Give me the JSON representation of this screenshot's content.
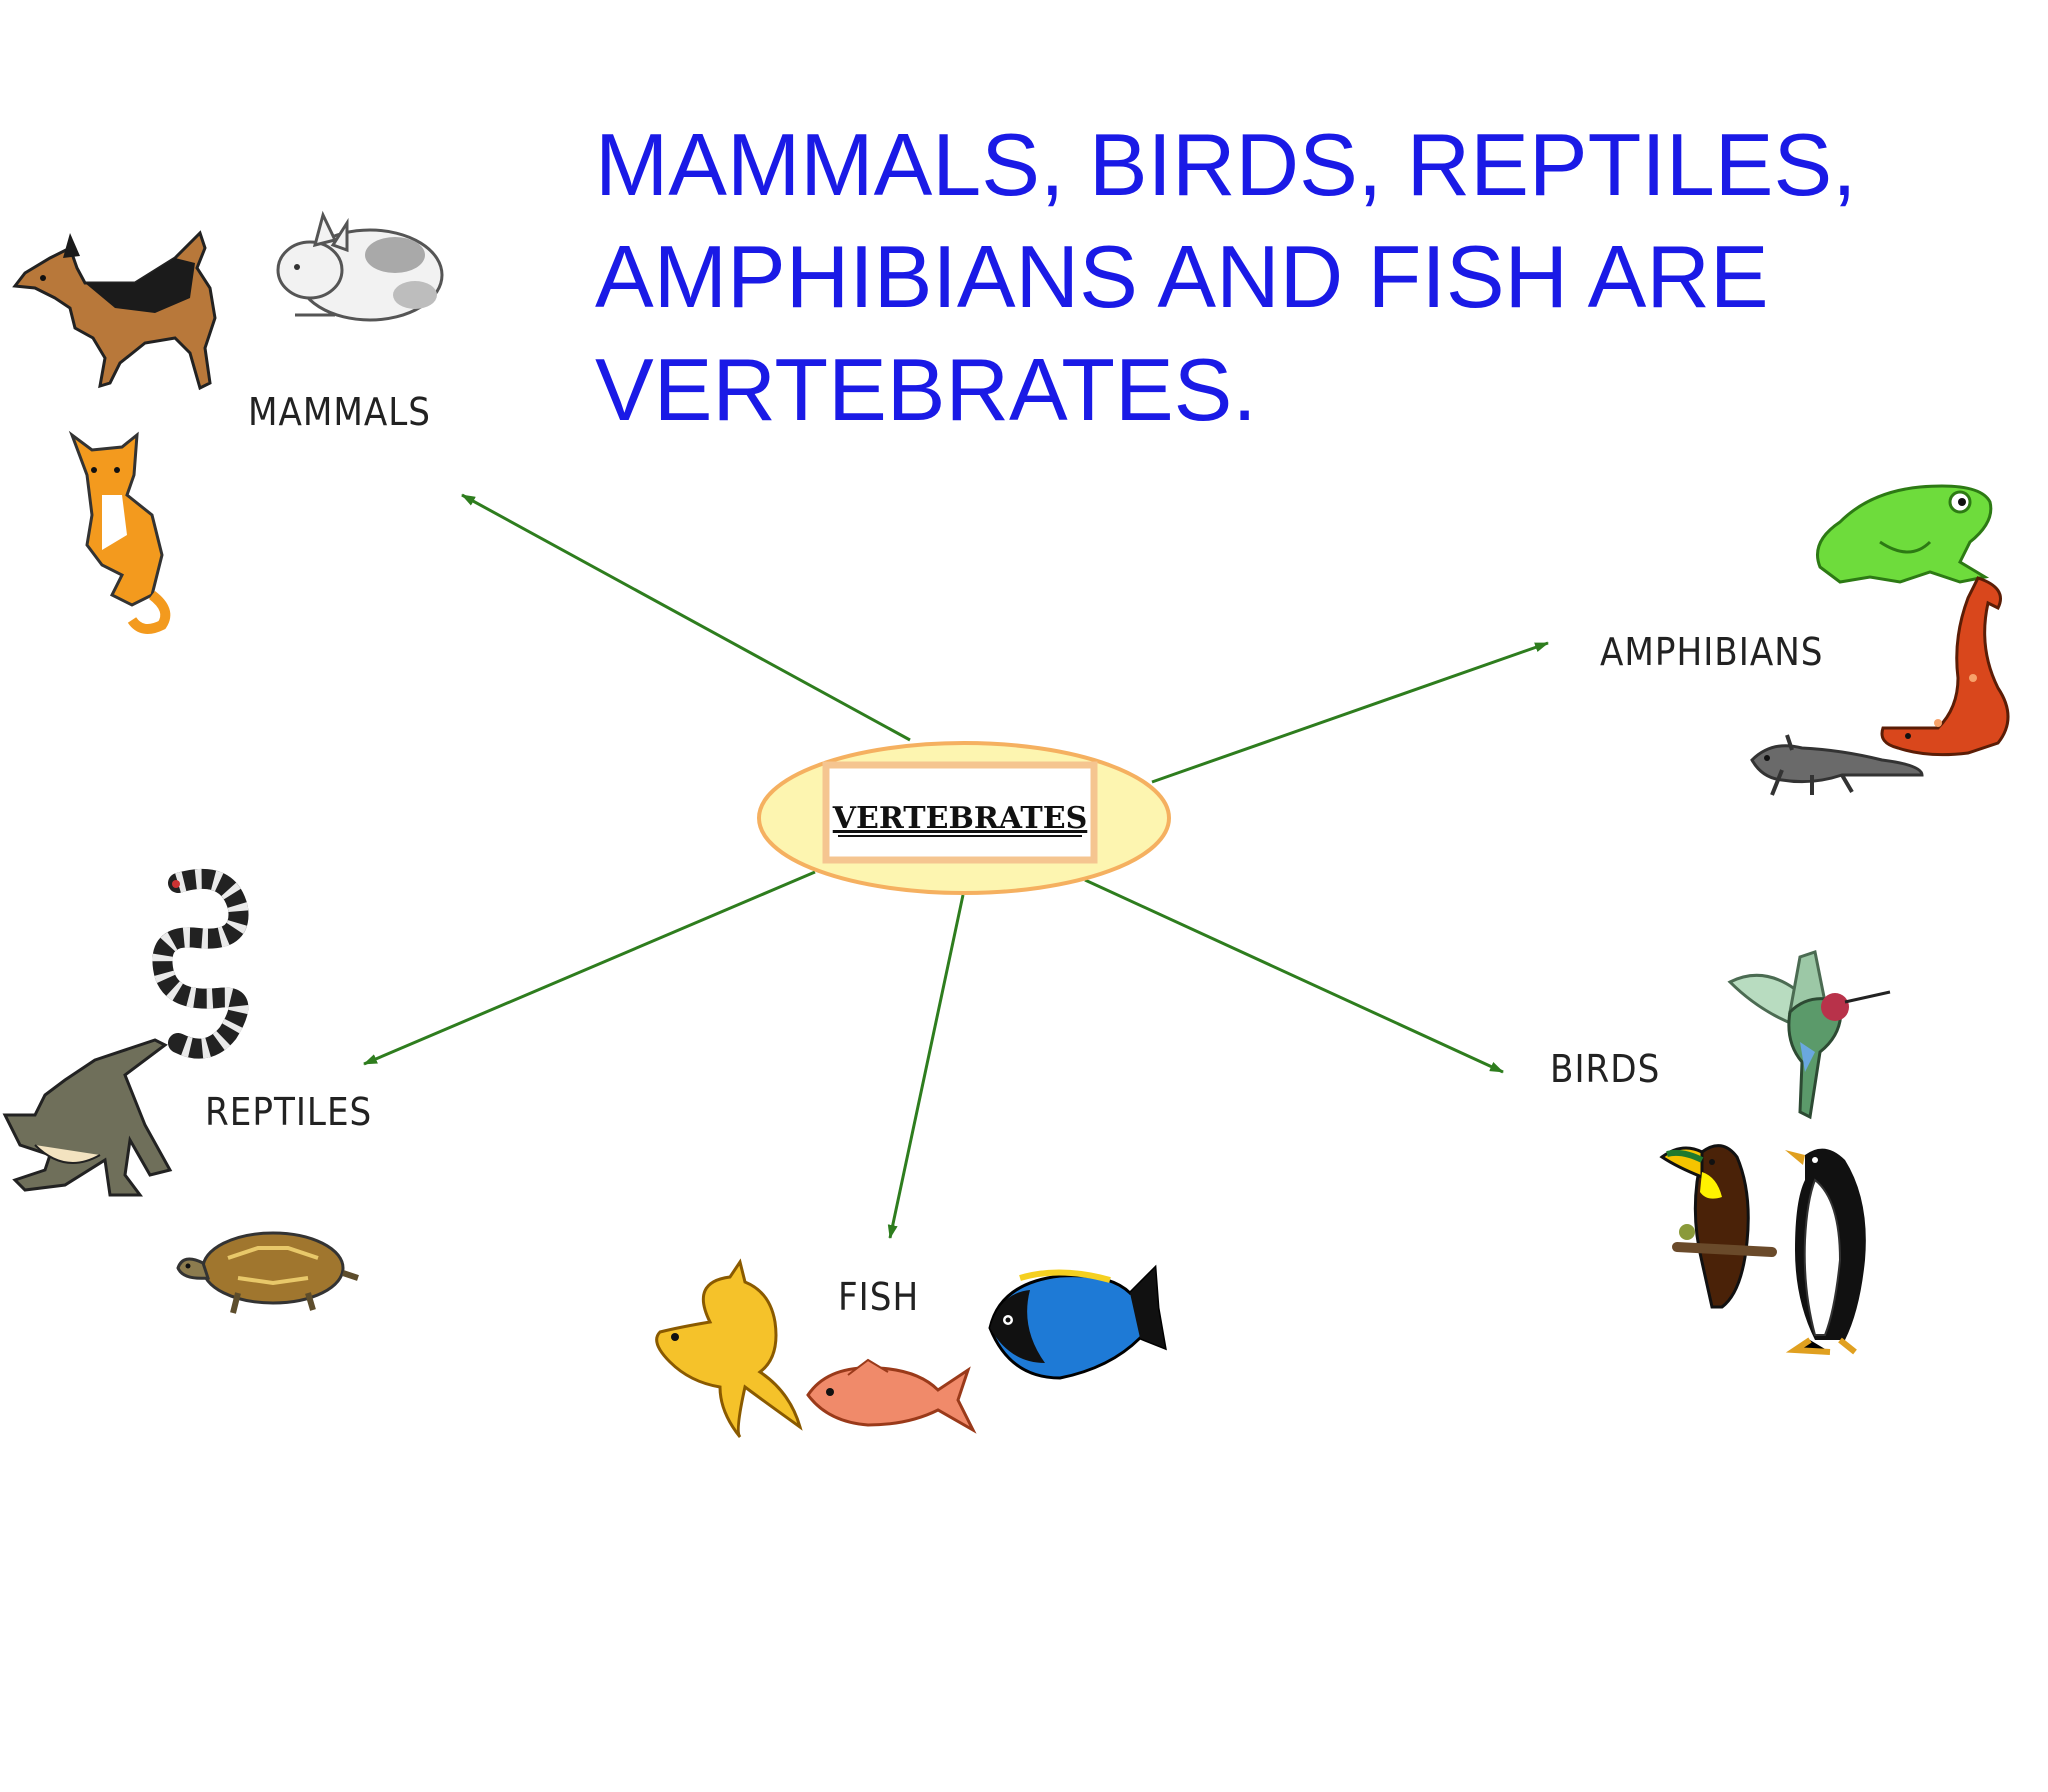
{
  "title": {
    "lines": [
      "MAMMALS, BIRDS, REPTILES,",
      "AMPHIBIANS AND FISH ARE",
      "VERTEBRATES."
    ],
    "color": "#1a1ae6"
  },
  "center": {
    "label": "VERTEBRATES",
    "fill": "#fdf5b0",
    "stroke": "#f5b060"
  },
  "categories": {
    "mammals": {
      "label": "MAMMALS"
    },
    "amphibians": {
      "label": "AMPHIBIANS"
    },
    "reptiles": {
      "label": "REPTILES"
    },
    "fish": {
      "label": "FISH"
    },
    "birds": {
      "label": "BIRDS"
    }
  },
  "arrow_color": "#2e7d1e",
  "icons": {
    "mammals": [
      "dog-icon",
      "rabbit-icon",
      "cat-icon"
    ],
    "amphibians": [
      "frog-icon",
      "salamander-icon",
      "newt-icon"
    ],
    "reptiles": [
      "snake-icon",
      "crocodile-icon",
      "turtle-icon"
    ],
    "fish": [
      "goldfish-icon",
      "red-fish-icon",
      "blue-tang-icon"
    ],
    "birds": [
      "hummingbird-icon",
      "toucan-icon",
      "penguin-icon"
    ]
  }
}
